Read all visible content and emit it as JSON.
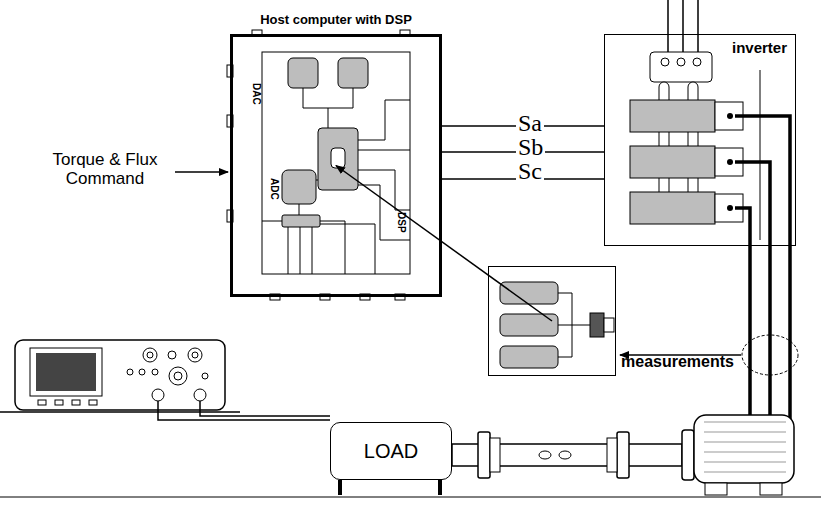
{
  "diagram": {
    "nodes": [
      {
        "text": [
          "Host computer with DSP"
        ]
      },
      {
        "text": [
          "inverter"
        ]
      },
      {
        "text": [
          "measurements"
        ]
      },
      {
        "text": [
          "LOAD"
        ]
      }
    ],
    "edges": [
      {
        "from": 0,
        "to": 1,
        "arrow": "none"
      },
      {
        "from": 2,
        "to": 0,
        "arrow": "to"
      }
    ],
    "labels": [
      "Torque & Flux Command",
      "DAC",
      "ADC",
      "DSP",
      "Sa",
      "Sb",
      "Sc"
    ]
  }
}
